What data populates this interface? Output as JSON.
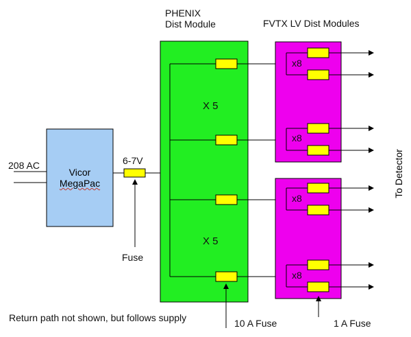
{
  "labels": {
    "phenix_title_line1": "PHENIX",
    "phenix_title_line2": "Dist Module",
    "fvtx_title": "FVTX LV Dist Modules",
    "ac_input": "208 AC",
    "vicor_line1": "Vicor",
    "vicor_line2": "MegaPac",
    "voltage": "6-7V",
    "fuse": "Fuse",
    "x5_top": "X 5",
    "x5_bottom": "X 5",
    "x8_1": "x8",
    "x8_2": "x8",
    "x8_3": "x8",
    "x8_4": "x8",
    "to_detector": "To Detector",
    "return_note": "Return path not shown, but follows supply",
    "fuse_10a": "10 A Fuse",
    "fuse_1a": "1 A Fuse"
  },
  "colors": {
    "phenix_module": "#22ee22",
    "fvtx_module": "#ee00ee",
    "vicor_box": "#a6cdf4",
    "fuse": "#ffff00",
    "line": "#000000"
  }
}
